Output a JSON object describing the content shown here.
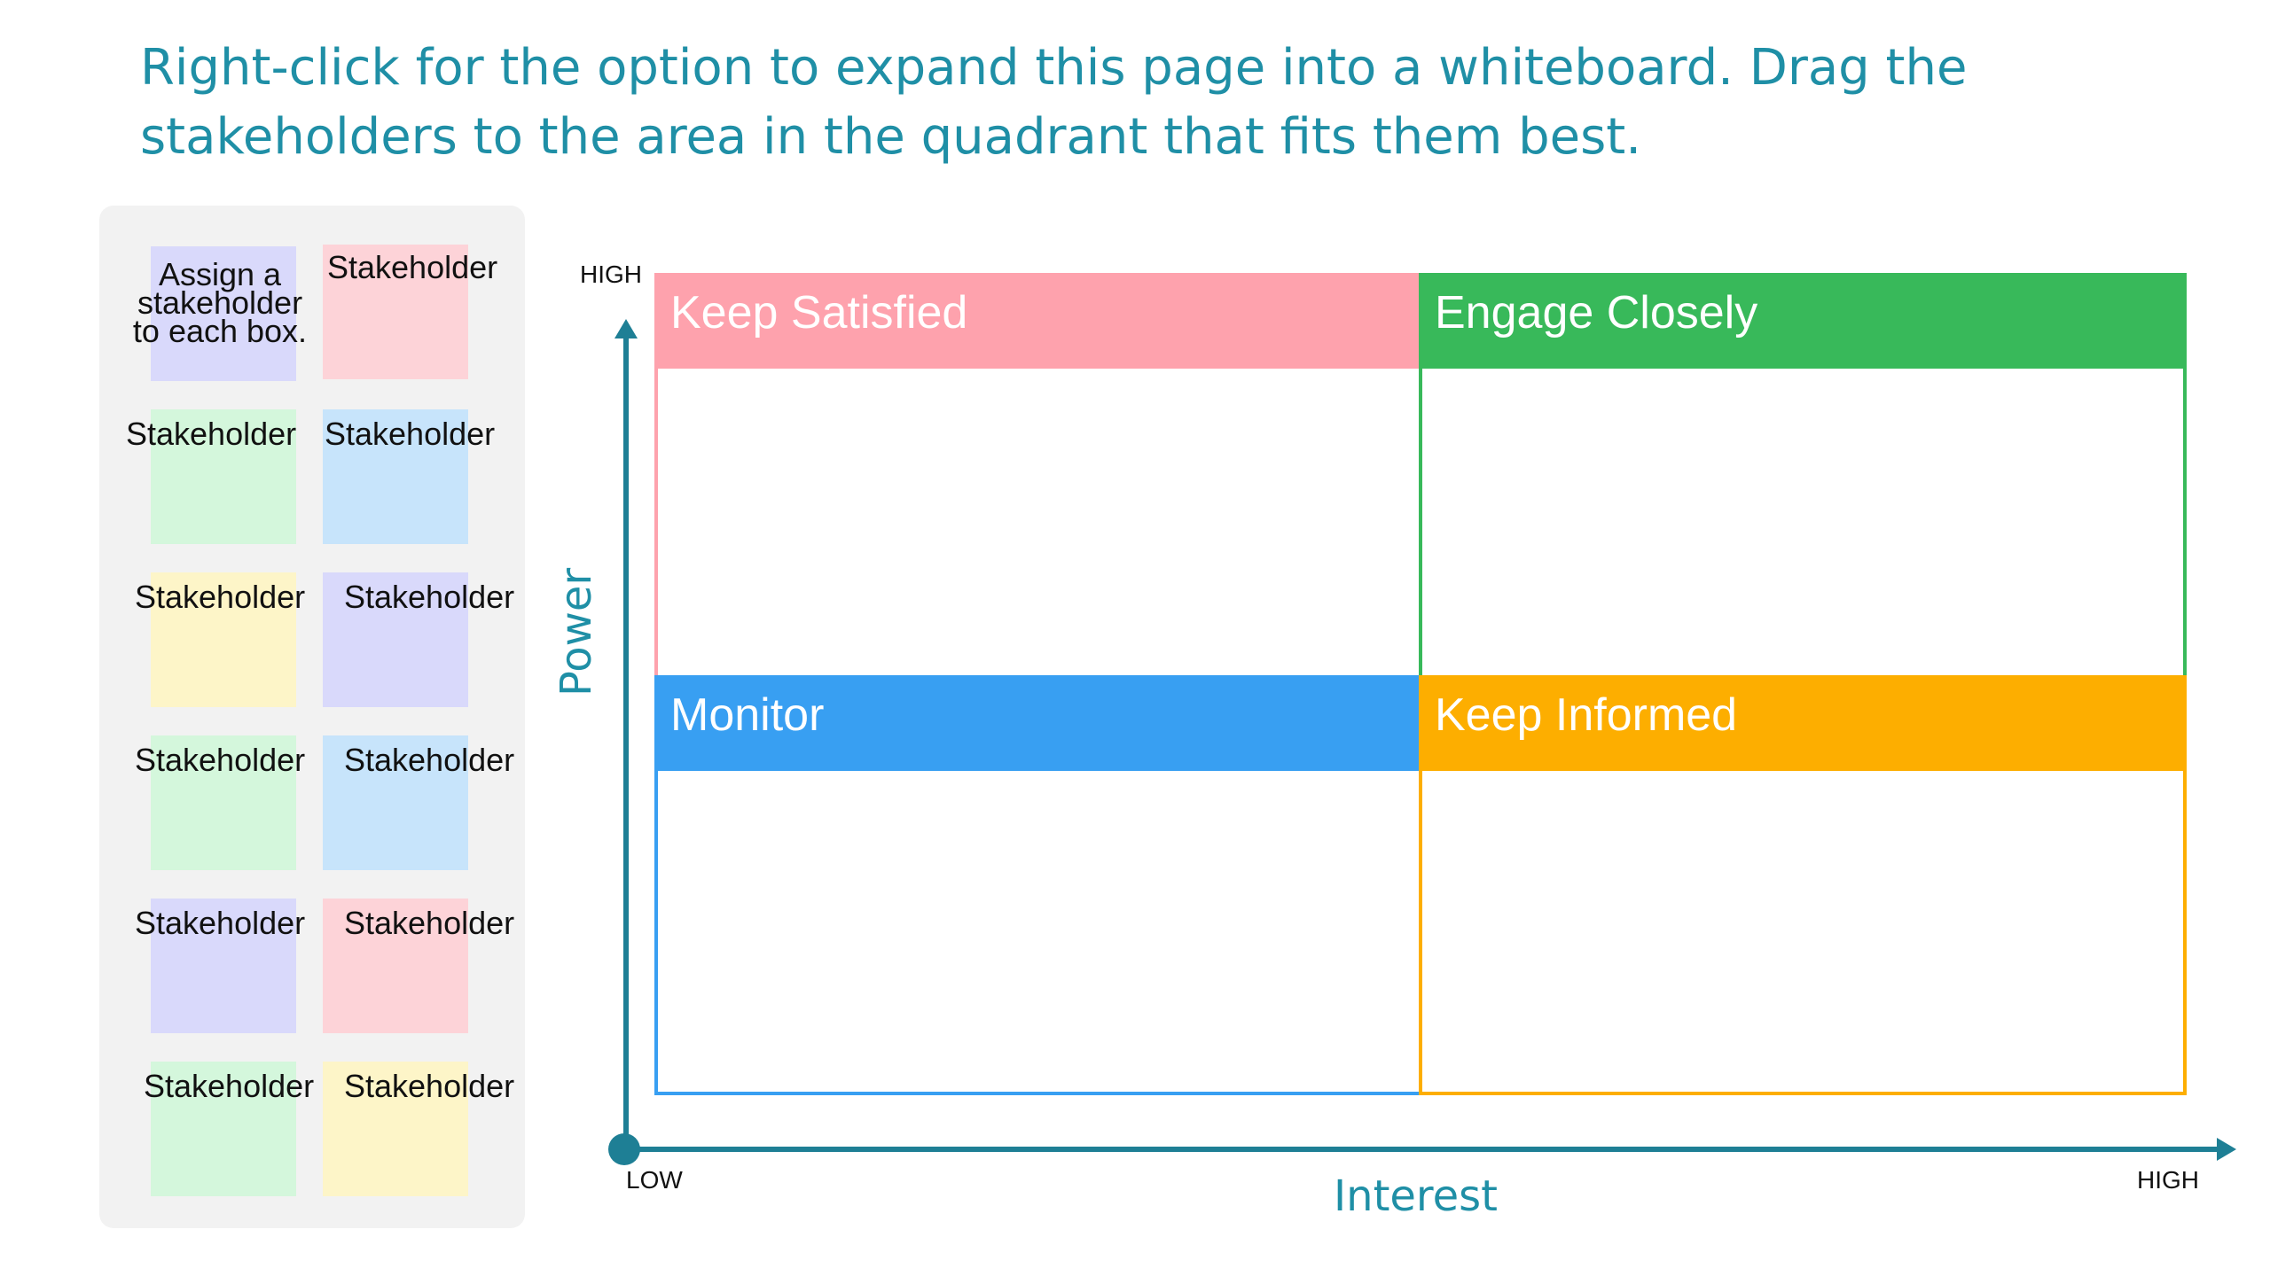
{
  "instructions": "Right-click for the option to expand this page into a whiteboard. Drag the stakeholders to the area in the quadrant that fits them best.",
  "palette": {
    "notes": [
      {
        "label": "Assign a stakeholder to each box.",
        "color": "#d9d9fb"
      },
      {
        "label": "Stakeholder",
        "color": "#fdd3d8"
      },
      {
        "label": "Stakeholder",
        "color": "#d4f7dc"
      },
      {
        "label": "Stakeholder",
        "color": "#c7e4fb"
      },
      {
        "label": "Stakeholder",
        "color": "#fdf5c8"
      },
      {
        "label": "Stakeholder",
        "color": "#d9d9fb"
      },
      {
        "label": "Stakeholder",
        "color": "#d4f7dc"
      },
      {
        "label": "Stakeholder",
        "color": "#c7e4fb"
      },
      {
        "label": "Stakeholder",
        "color": "#d9d9fb"
      },
      {
        "label": "Stakeholder",
        "color": "#fdd3d8"
      },
      {
        "label": "Stakeholder",
        "color": "#d4f7dc"
      },
      {
        "label": "Stakeholder",
        "color": "#fdf5c8"
      }
    ]
  },
  "matrix": {
    "y_axis": {
      "title": "Power",
      "high_label": "HIGH"
    },
    "x_axis": {
      "title": "Interest",
      "low_label": "LOW",
      "high_label": "HIGH"
    },
    "axis_color": "#1e7f95",
    "quadrants": {
      "top_left": {
        "title": "Keep Satisfied",
        "color": "#fea2ad"
      },
      "top_right": {
        "title": "Engage Closely",
        "color": "#38b95a"
      },
      "bottom_left": {
        "title": "Monitor",
        "color": "#389ff2"
      },
      "bottom_right": {
        "title": "Keep Informed",
        "color": "#fdae00"
      }
    }
  }
}
